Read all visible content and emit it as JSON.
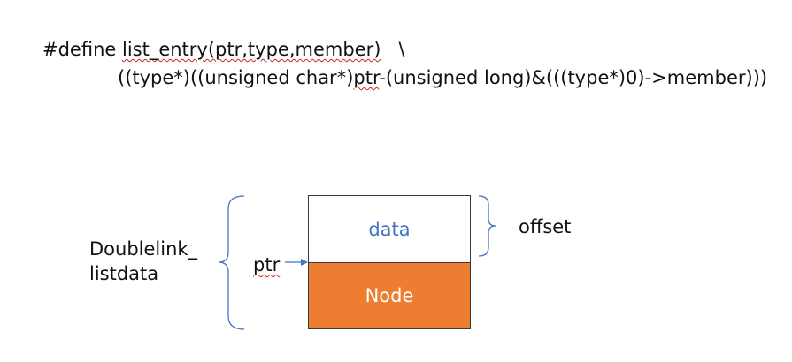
{
  "code": {
    "line1": {
      "prefix": "#define ",
      "squiggle": "list_entry(ptr,type,member)",
      "suffix": "   \\"
    },
    "line2": {
      "prefix": "((type*)((unsigned char*)",
      "squiggle": "ptr",
      "suffix": "-(unsigned long)&(((type*)0)->member)))"
    }
  },
  "labels": {
    "doublelink_line1": "Doublelink_",
    "doublelink_line2": "listdata",
    "ptr": "ptr",
    "offset": "offset"
  },
  "boxes": {
    "data": "data",
    "node": "Node"
  },
  "colors": {
    "data_text": "#4472c4",
    "node_fill": "#ed7d31",
    "brace": "#4472c4",
    "arrow": "#4472c4"
  }
}
